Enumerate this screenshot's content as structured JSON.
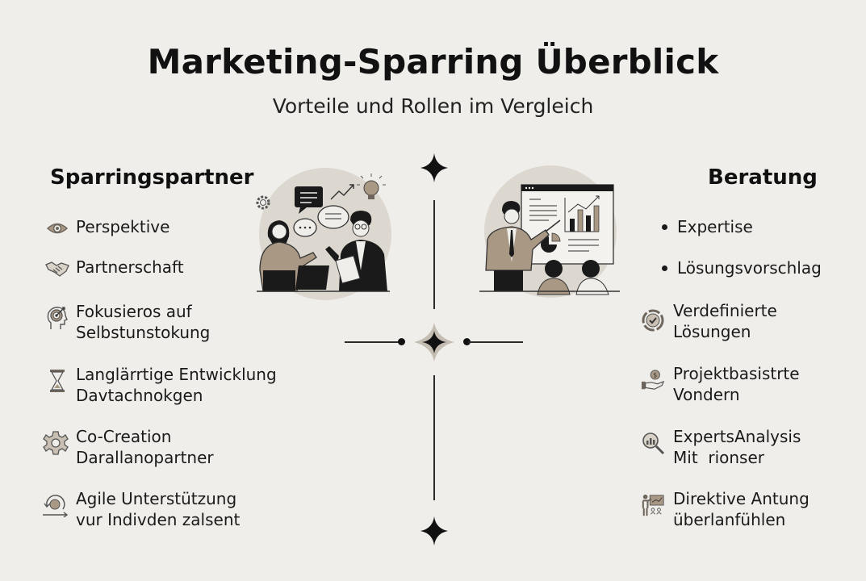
{
  "header": {
    "title": "Marketing-Sparring Überblick",
    "subtitle": "Vorteile und Rollen im Vergleich"
  },
  "colors": {
    "background": "#efeeea",
    "circle": "#dcd7cf",
    "tan": "#a89884",
    "ink": "#111111",
    "icon_gray": "#7a7268"
  },
  "left": {
    "heading": "Sparringspartner",
    "items": [
      {
        "icon": "eye-icon",
        "lines": [
          "Perspektive"
        ]
      },
      {
        "icon": "handshake-icon",
        "lines": [
          "Partnerschaft"
        ]
      },
      {
        "icon": "target-head-icon",
        "lines": [
          "Fokusieros auf",
          "Selbstunstokung"
        ]
      },
      {
        "icon": "hourglass-icon",
        "lines": [
          "Langlärrtige Entwicklung",
          "Davtachnokgen"
        ]
      },
      {
        "icon": "gear-icon",
        "lines": [
          "Co-Creation",
          "Darallanopartner"
        ]
      },
      {
        "icon": "agile-cycle-icon",
        "lines": [
          "Agile Unterstützung",
          "vur Indivden zalsent"
        ]
      }
    ]
  },
  "right": {
    "heading": "Beratung",
    "items": [
      {
        "icon": "bullet",
        "lines": [
          "Expertise"
        ]
      },
      {
        "icon": "bullet",
        "lines": [
          "Lösungsvorschlag"
        ]
      },
      {
        "icon": "check-badge-icon",
        "lines": [
          "Verdefinierte",
          "Lösungen"
        ]
      },
      {
        "icon": "money-hand-icon",
        "lines": [
          "Projektbasistrte",
          "Vondern"
        ]
      },
      {
        "icon": "magnifier-chart-icon",
        "lines": [
          "ExpertsAnalysis",
          "Mit  rionser"
        ]
      },
      {
        "icon": "presenter-icon",
        "lines": [
          "Direktive Antung",
          "überlanfühlen"
        ]
      }
    ]
  }
}
